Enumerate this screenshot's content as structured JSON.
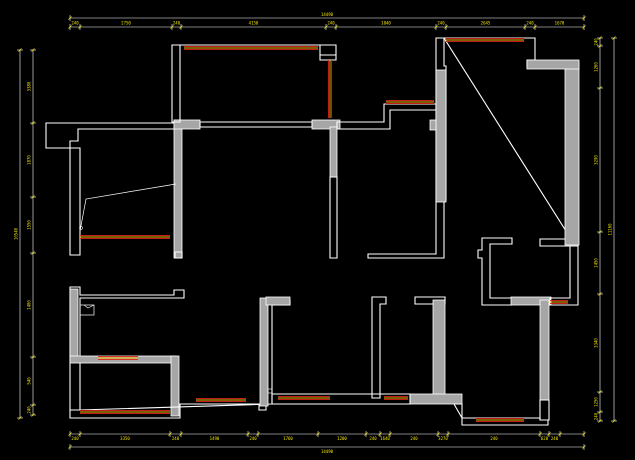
{
  "colors": {
    "background": "#000000",
    "wall_outline": "#ffffff",
    "wall_fill": "#a6a6a6",
    "dimension_line": "#ffffff",
    "dimension_text": "#f2e600",
    "window_red": "#e0201b",
    "window_yellow": "#f2c200"
  },
  "dimensions": {
    "top_overall": "14490",
    "top_segments": [
      "240",
      "2750",
      "240",
      "4150",
      "240",
      "1840",
      "240",
      "2645",
      "240",
      "1670"
    ],
    "bottom_overall": "14490",
    "bottom_segments": [
      "240",
      "3350",
      "240",
      "1490",
      "240",
      "1760",
      "1200",
      "240",
      "1640",
      "240",
      "3270",
      "240",
      "620",
      "240"
    ],
    "left_overall": "10540",
    "left_segments": [
      "3380",
      "1870",
      "1550",
      "1400",
      "540",
      "240"
    ],
    "right_overall": "11160",
    "right_segments": [
      "240",
      "1260",
      "3290",
      "1450",
      "3340",
      "1250",
      "240"
    ]
  }
}
